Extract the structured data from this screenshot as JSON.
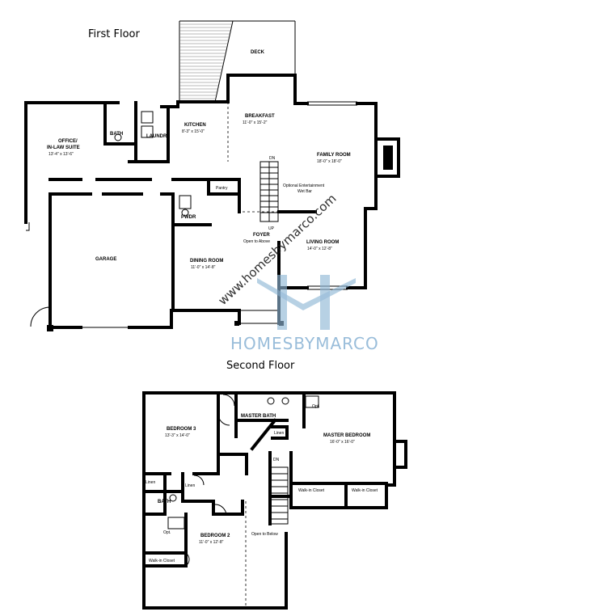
{
  "headings": {
    "first_floor": "First Floor",
    "second_floor": "Second Floor"
  },
  "first_floor": {
    "deck": "DECK",
    "breakfast": "BREAKFAST",
    "breakfast_dim": "11'-0\" x 15'-2\"",
    "kitchen": "KITCHEN",
    "kitchen_dim": "8'-3\" x 15'-0\"",
    "laundry": "LAUNDRY",
    "bath": "BATH",
    "office_line1": "OFFICE/",
    "office_line2": "IN-LAW SUITE",
    "office_dim": "13'-4\" x 13'-6\"",
    "family_room": "FAMILY ROOM",
    "family_room_dim": "18'-0\" x 18'-0\"",
    "entertainment_line1": "Optional Entertainment",
    "entertainment_line2": "Wet Bar",
    "pantry": "Pantry",
    "pwdr": "PWDR",
    "dn": "DN",
    "up": "UP",
    "foyer": "FOYER",
    "foyer_note": "Open to Above",
    "living_room": "LIVING ROOM",
    "living_room_dim": "14'-0\" x 12'-8\"",
    "garage": "GARAGE",
    "dining_room": "DINING ROOM",
    "dining_room_dim": "11'-0\" x 14'-8\""
  },
  "second_floor": {
    "bedroom3": "BEDROOM 3",
    "bedroom3_dim": "13'-3\" x 14'-0\"",
    "master_bath": "MASTER BATH",
    "opt": "Opt.",
    "linen": "Linen",
    "master_bedroom": "MASTER BEDROOM",
    "master_bedroom_dim": "16'-0\" x 16'-0\"",
    "dn": "DN",
    "walk_in_closet": "Walk-in Closet",
    "bath": "BATH",
    "bedroom2": "BEDROOM 2",
    "bedroom2_dim": "11'-0\" x 12'-8\"",
    "open_to_below": "Open to Below"
  },
  "watermark": {
    "url": "www.homesbymarco.com",
    "brand": "HOMESBYMARCO",
    "logo_letter": "H",
    "logo_color": "#8fb6d6"
  }
}
